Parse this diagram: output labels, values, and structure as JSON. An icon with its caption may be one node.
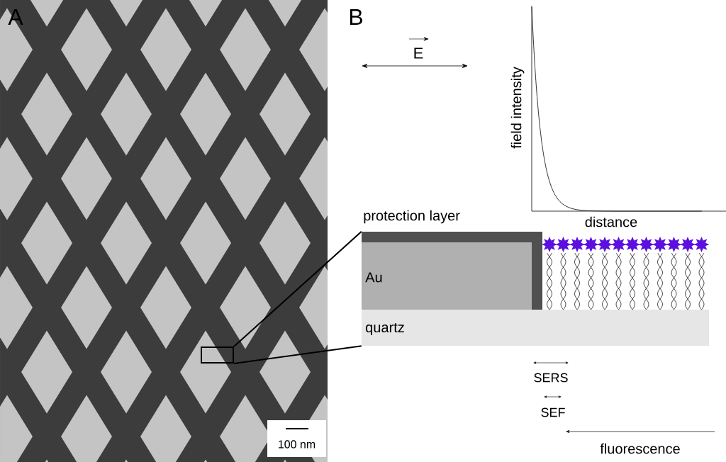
{
  "diagram": {
    "nodes": [
      {
        "text": [],
        "shape": "picture"
      },
      {
        "text": [],
        "shape": "box",
        "in": 0
      },
      {
        "text": [
          "100 nm"
        ],
        "in": 0
      },
      {
        "text": [
          "protection layer"
        ]
      },
      {
        "text": [
          "Au"
        ],
        "in": 3
      },
      {
        "text": [
          "quartz"
        ]
      }
    ],
    "edges": [
      {
        "from": 1,
        "to": 3,
        "arrow": "none"
      },
      {
        "from": 1,
        "to": 5,
        "arrow": "none"
      }
    ],
    "labels": [
      "A",
      "B",
      "E",
      "field intensity",
      "distance",
      "SERS",
      "SEF",
      "fluorescence"
    ]
  }
}
